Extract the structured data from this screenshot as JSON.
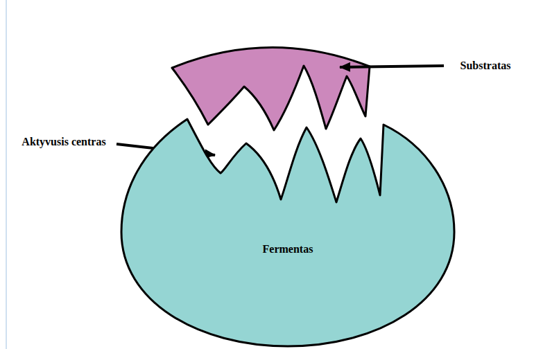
{
  "diagram": {
    "nodes": [
      {
        "text": [
          "Fermentas"
        ]
      }
    ],
    "labels": [
      "Substratas",
      "Aktyvusis centras"
    ]
  }
}
